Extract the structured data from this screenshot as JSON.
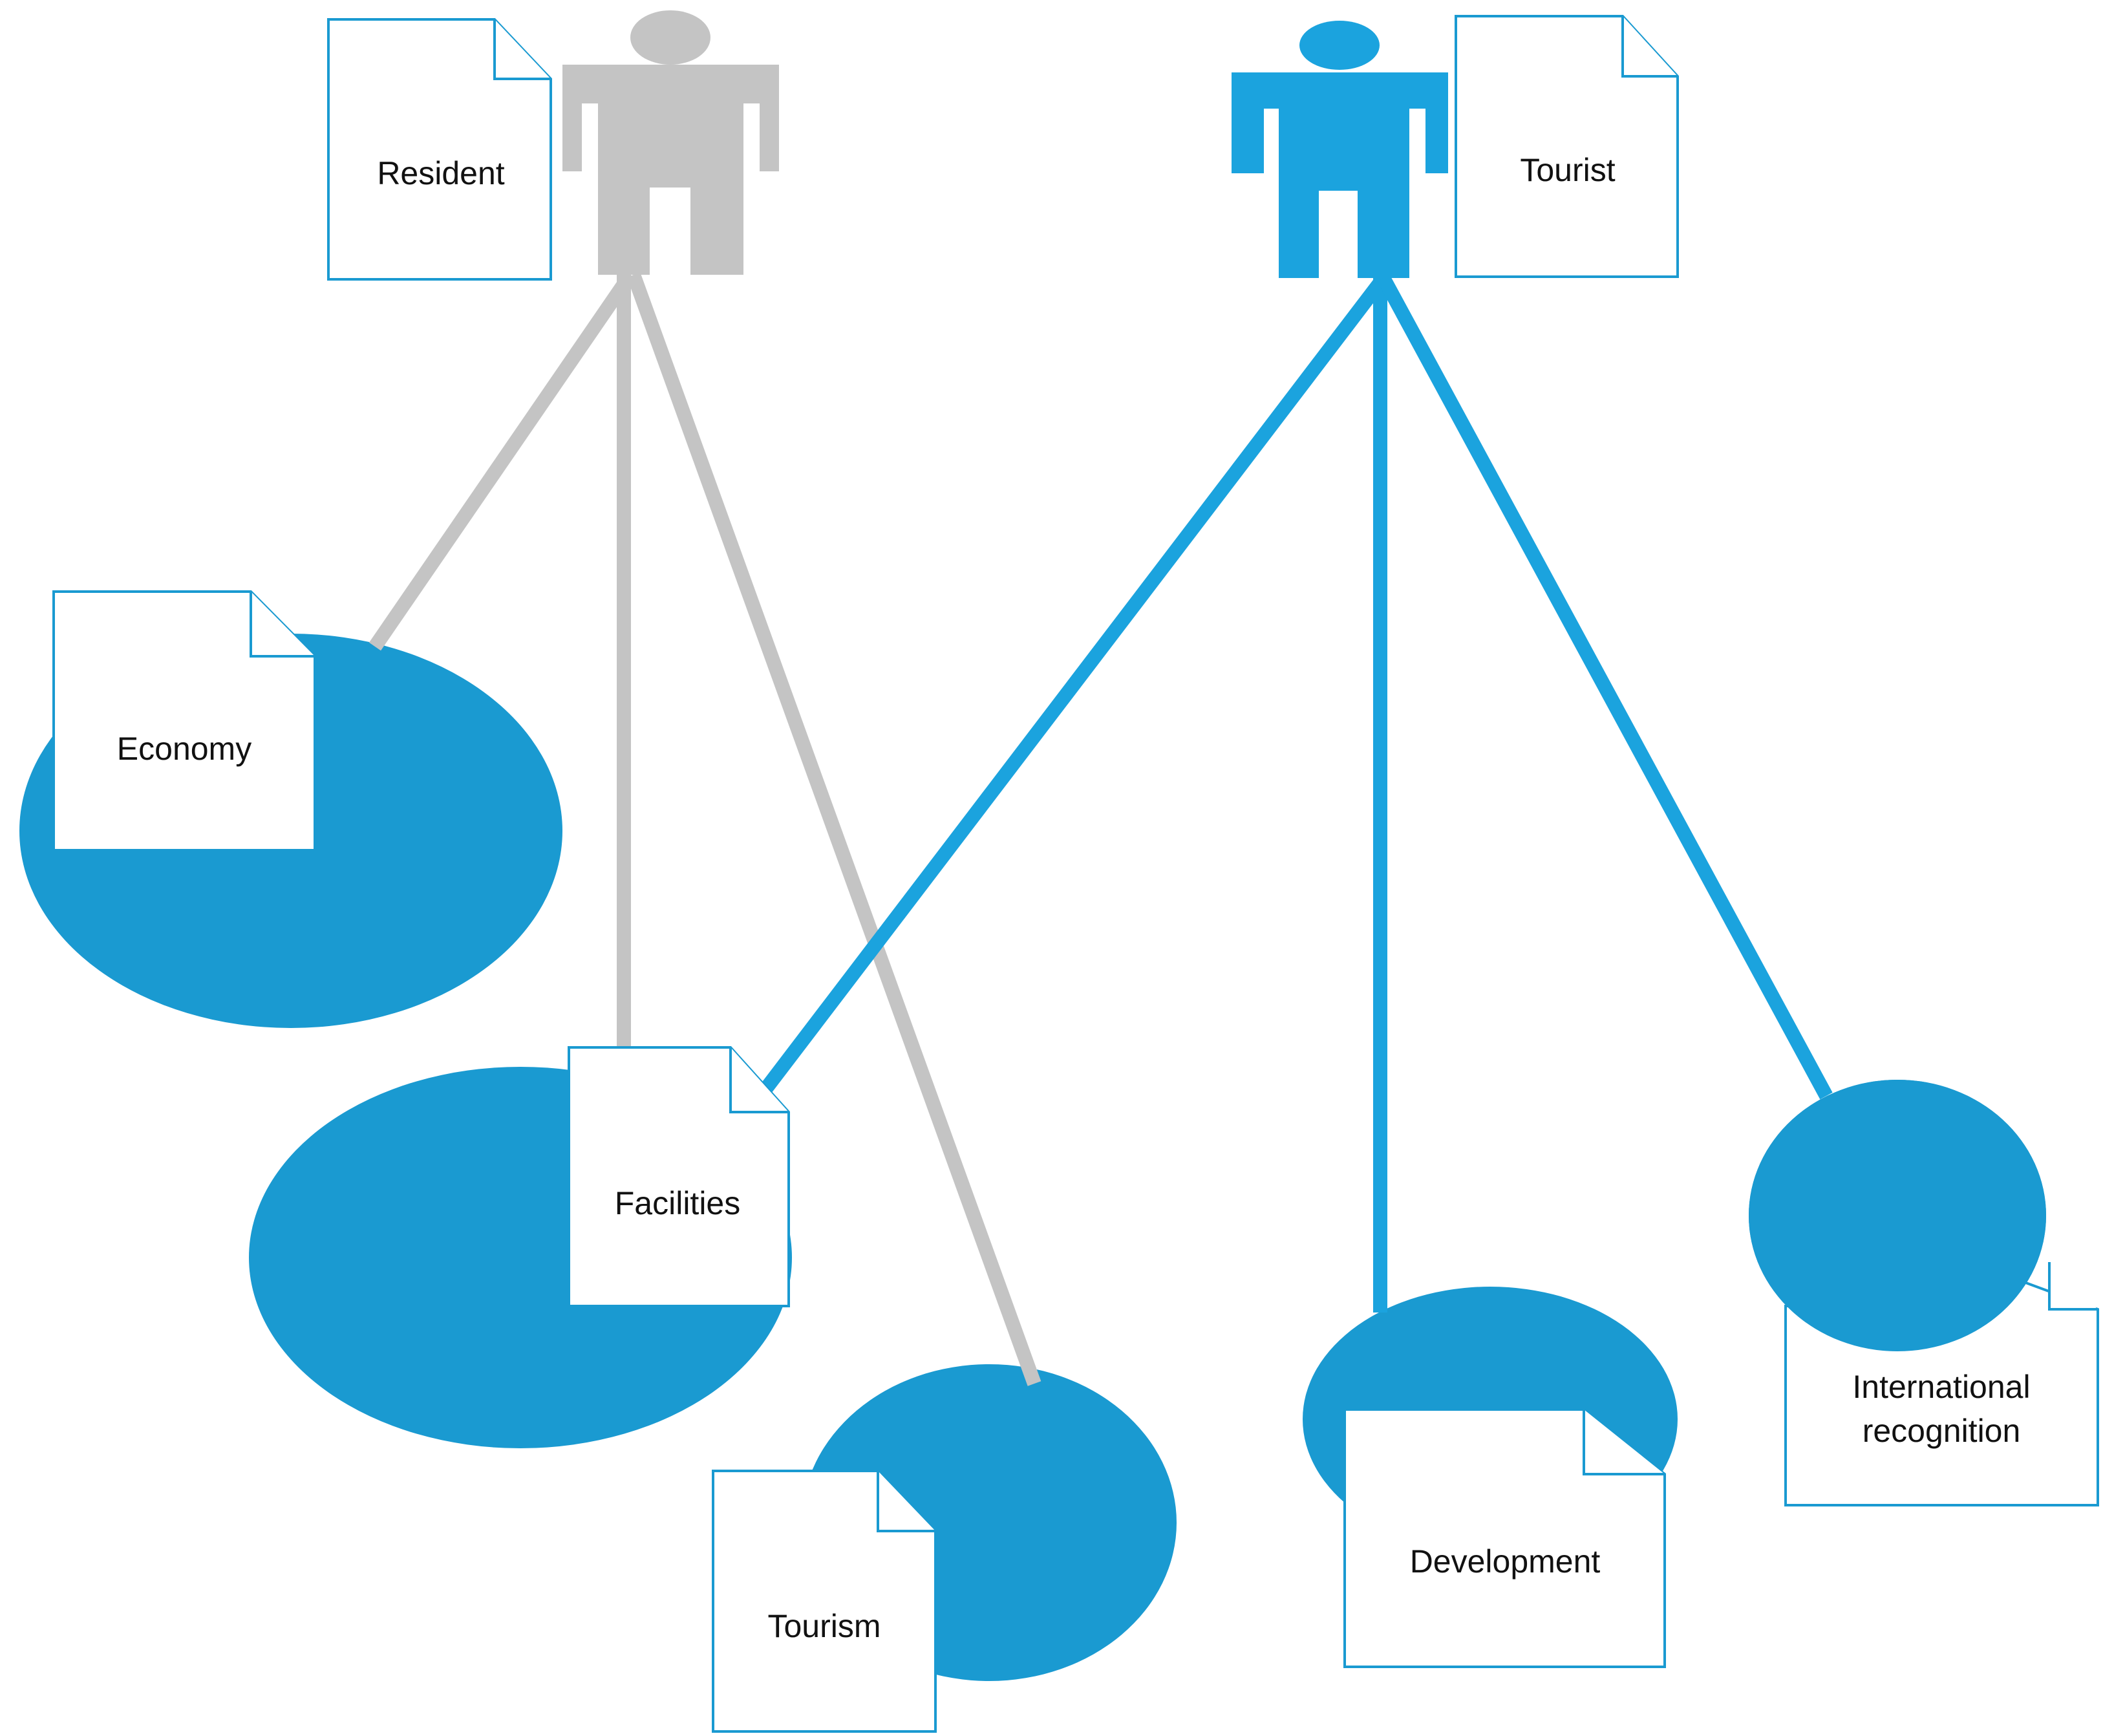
{
  "colors": {
    "resident": "#c4c4c4",
    "tourist": "#1ba3de",
    "topic_fill": "#1a9ad1",
    "note_border": "#1a9ad1"
  },
  "actors": {
    "resident": {
      "label": "Resident",
      "icon": "person-icon"
    },
    "tourist": {
      "label": "Tourist",
      "icon": "person-icon"
    }
  },
  "topics": {
    "economy": {
      "label": "Economy"
    },
    "facilities": {
      "label": "Facilities"
    },
    "tourism": {
      "label": "Tourism"
    },
    "development": {
      "label": "Development"
    },
    "international": {
      "label_line1": "International",
      "label_line2": "recognition"
    }
  },
  "links": [
    {
      "from": "resident",
      "to": "economy"
    },
    {
      "from": "resident",
      "to": "facilities"
    },
    {
      "from": "resident",
      "to": "tourism"
    },
    {
      "from": "tourist",
      "to": "facilities"
    },
    {
      "from": "tourist",
      "to": "development"
    },
    {
      "from": "tourist",
      "to": "international"
    }
  ]
}
